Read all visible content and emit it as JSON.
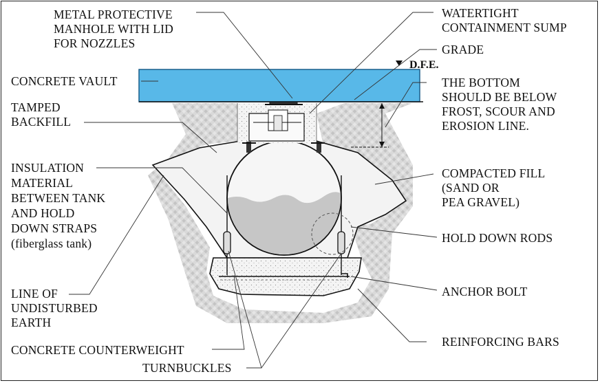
{
  "colors": {
    "vault": "#57b8e8",
    "soil": "#d4d4d4",
    "fill": "#f2f2f2",
    "liquid": "#c9c9c9",
    "line": "#111111"
  },
  "labels": {
    "metal_manhole": [
      "METAL PROTECTIVE",
      "MANHOLE WITH LID",
      "FOR NOZZLES"
    ],
    "watertight_sump": [
      "WATERTIGHT",
      "CONTAINMENT SUMP"
    ],
    "grade": "GRADE",
    "dfe": "D.F.E.",
    "concrete_vault": "CONCRETE VAULT",
    "bottom_below": [
      "THE BOTTOM",
      "SHOULD BE BELOW",
      "FROST, SCOUR AND",
      "EROSION LINE."
    ],
    "tamped_backfill": [
      "TAMPED",
      "BACKFILL"
    ],
    "insulation": [
      "INSULATION",
      "MATERIAL",
      "BETWEEN TANK",
      "AND HOLD",
      "DOWN STRAPS",
      "(fiberglass tank)"
    ],
    "compacted_fill": [
      "COMPACTED FILL",
      "(SAND OR",
      "PEA GRAVEL)"
    ],
    "hold_down_rods": "HOLD DOWN RODS",
    "undisturbed_earth": [
      "LINE OF",
      "UNDISTURBED",
      "EARTH"
    ],
    "anchor_bolt": "ANCHOR BOLT",
    "concrete_counterweight": "CONCRETE COUNTERWEIGHT",
    "reinforcing_bars": "REINFORCING BARS",
    "turnbuckles": "TURNBUCKLES"
  }
}
